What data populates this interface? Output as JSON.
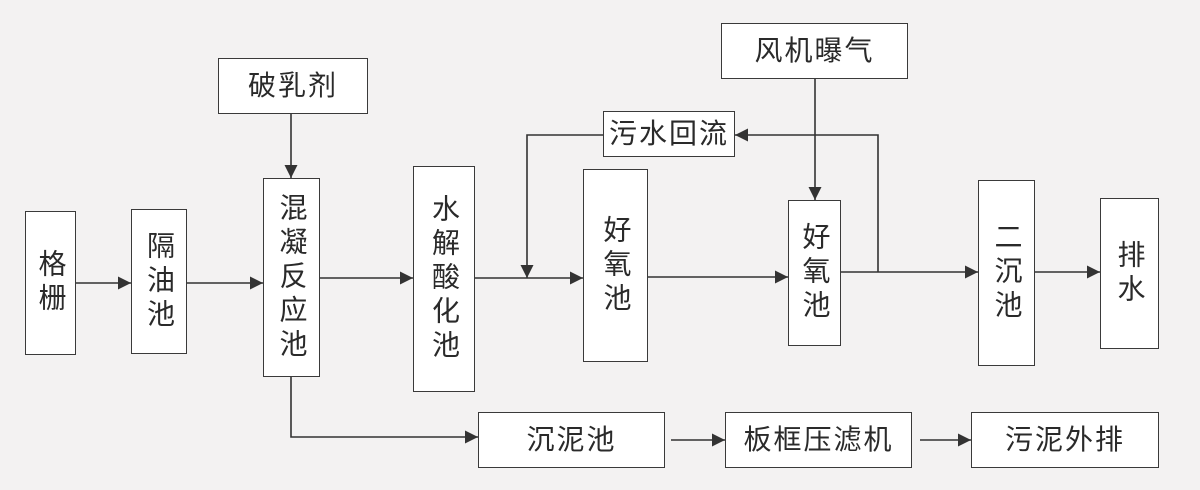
{
  "nodes": {
    "gezha": "格栅",
    "geyouchi": "隔油池",
    "poruji": "破乳剂",
    "hunning": "混凝反应池",
    "shuijie": "水解酸化池",
    "wushuihuiliu": "污水回流",
    "haoyang1": "好氧池",
    "fengji": "风机曝气",
    "haoyang2": "好氧池",
    "erchen": "二沉池",
    "paishui": "排水",
    "chennichi": "沉泥池",
    "bankuang": "板框压滤机",
    "wuniwaipai": "污泥外排"
  },
  "colors": {
    "line": "#333333",
    "box_border": "#3a3a3a",
    "box_fill": "#ffffff",
    "background": "#f3f2f2"
  }
}
